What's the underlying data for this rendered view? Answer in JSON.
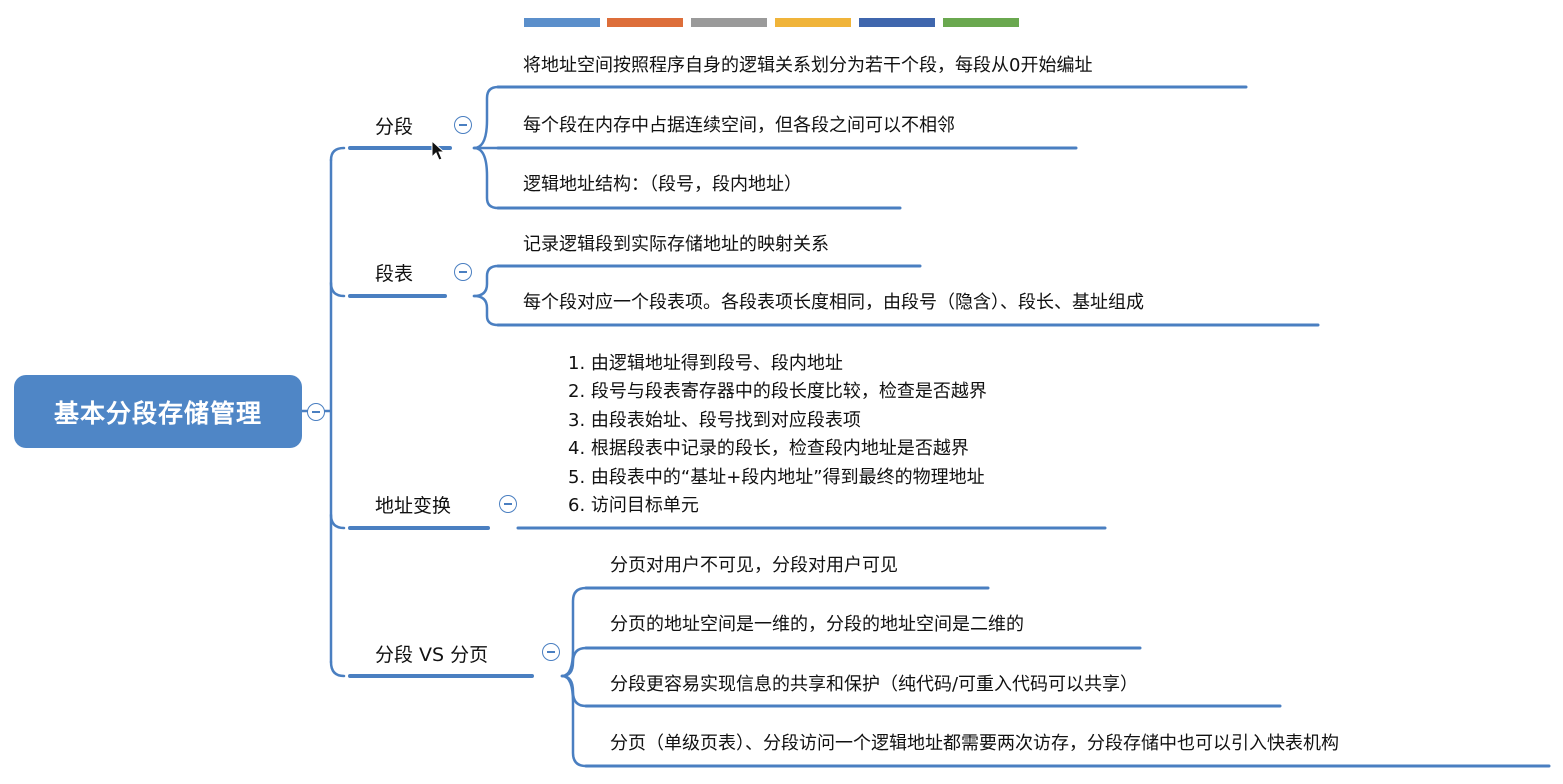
{
  "colors": {
    "line": "#4a7fc1",
    "root_fill": "#4f86c6",
    "root_text": "#ffffff",
    "swatches": [
      "#5b8fcb",
      "#dd6e3a",
      "#9a9a9a",
      "#f0b43a",
      "#3f66ad",
      "#6aa84f"
    ]
  },
  "root": {
    "label": "基本分段存储管理"
  },
  "branches": {
    "segment": {
      "label": "分段",
      "items": [
        "将地址空间按照程序自身的逻辑关系划分为若干个段，每段从0开始编址",
        "每个段在内存中占据连续空间，但各段之间可以不相邻",
        "逻辑地址结构：（段号，段内地址）"
      ]
    },
    "segment_table": {
      "label": "段表",
      "items": [
        "记录逻辑段到实际存储地址的映射关系",
        "每个段对应一个段表项。各段表项长度相同，由段号（隐含）、段长、基址组成"
      ]
    },
    "translation": {
      "label": "地址变换",
      "steps": [
        "1. 由逻辑地址得到段号、段内地址",
        "2. 段号与段表寄存器中的段长度比较，检查是否越界",
        "3. 由段表始址、段号找到对应段表项",
        "4. 根据段表中记录的段长，检查段内地址是否越界",
        "5. 由段表中的“基址+段内地址”得到最终的物理地址",
        "6. 访问目标单元"
      ]
    },
    "vs_paging": {
      "label": "分段 VS 分页",
      "items": [
        "分页对用户不可见，分段对用户可见",
        "分页的地址空间是一维的，分段的地址空间是二维的",
        "分段更容易实现信息的共享和保护（纯代码/可重入代码可以共享）",
        "分页（单级页表）、分段访问一个逻辑地址都需要两次访存，分段存储中也可以引入快表机构"
      ]
    }
  }
}
